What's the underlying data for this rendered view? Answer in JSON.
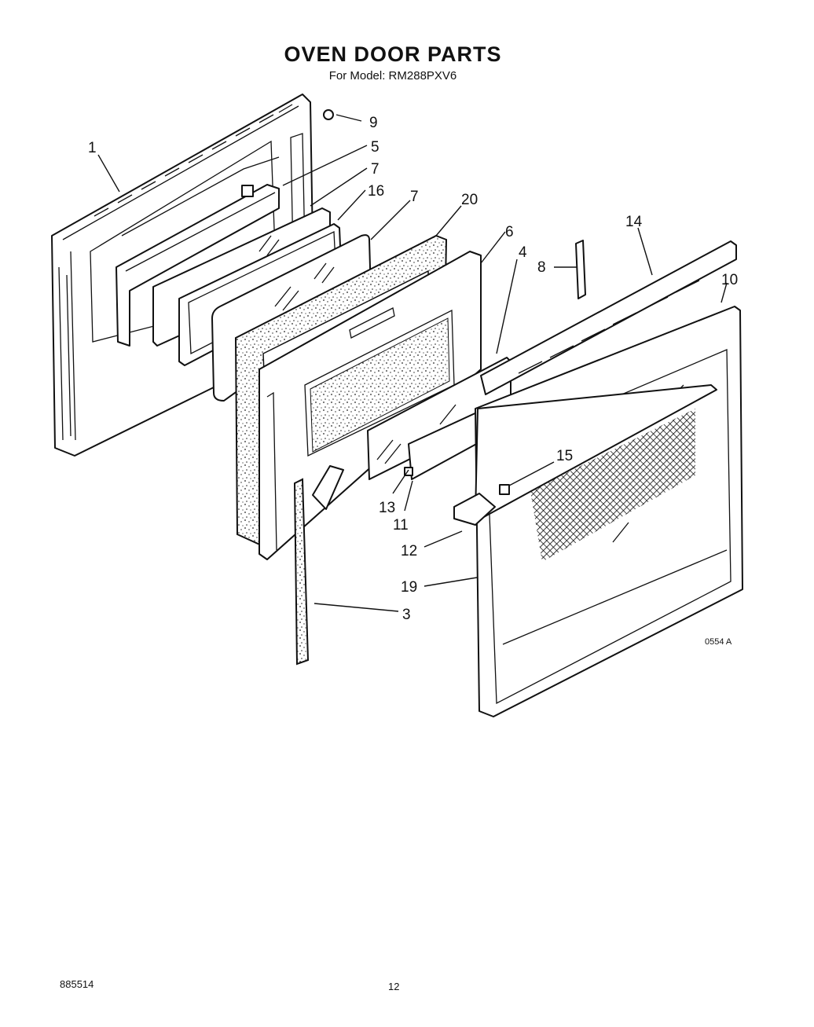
{
  "header": {
    "title": "OVEN DOOR PARTS",
    "subtitle": "For Model: RM288PXV6"
  },
  "callouts": [
    "1",
    "5",
    "7",
    "16",
    "9",
    "7",
    "20",
    "6",
    "4",
    "8",
    "14",
    "10",
    "15",
    "13",
    "11",
    "12",
    "19",
    "3"
  ],
  "figure_code": "0554 A",
  "footer": {
    "doc_number": "885514",
    "page": "12"
  }
}
